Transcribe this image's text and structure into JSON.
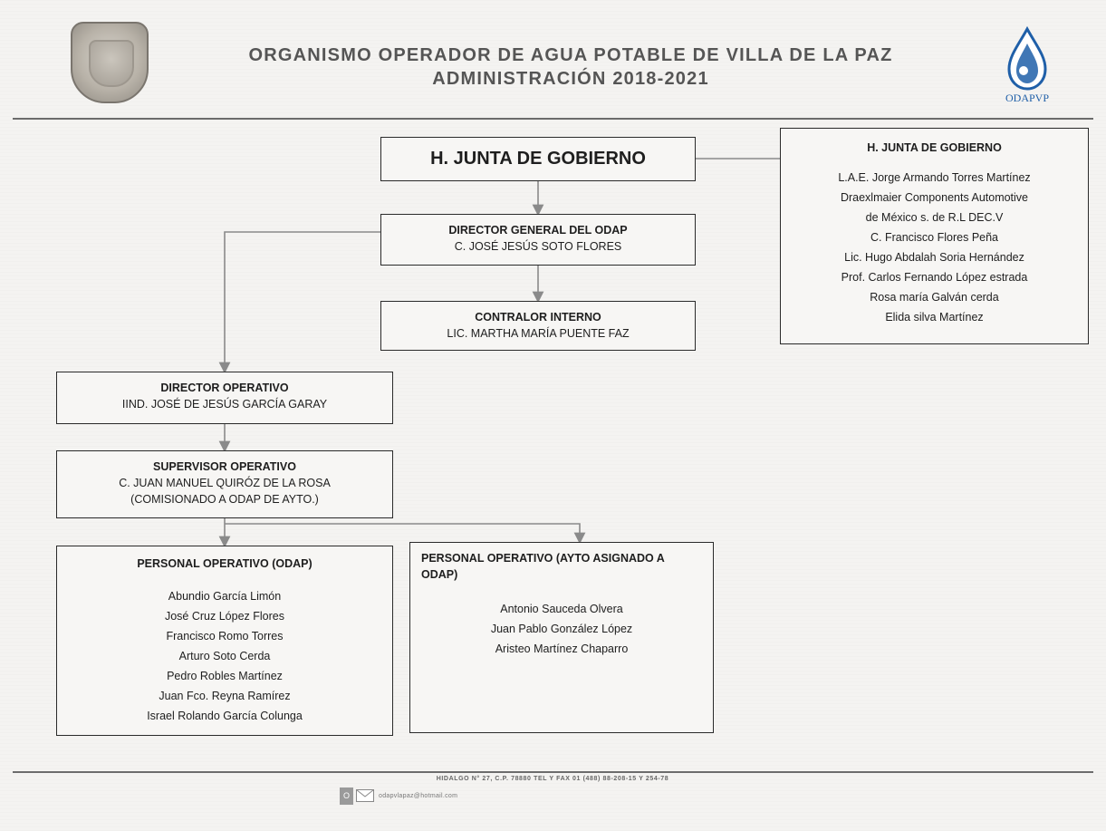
{
  "header": {
    "title_line1": "ORGANISMO OPERADOR DE AGUA POTABLE DE VILLA DE LA PAZ",
    "title_line2": "ADMINISTRACIÓN 2018-2021",
    "logo_right_text": "ODAPVP"
  },
  "chart": {
    "junta": "H. JUNTA DE GOBIERNO",
    "director_general": {
      "title": "DIRECTOR GENERAL DEL ODAP",
      "name": "C. JOSÉ JESÚS SOTO FLORES"
    },
    "contralor": {
      "title": "CONTRALOR INTERNO",
      "name": "LIC. MARTHA MARÍA PUENTE FAZ"
    },
    "director_operativo": {
      "title": "DIRECTOR OPERATIVO",
      "name": "IIND. JOSÉ DE JESÚS GARCÍA GARAY"
    },
    "supervisor": {
      "title": "SUPERVISOR OPERATIVO",
      "name": "C. JUAN MANUEL QUIRÓZ DE LA ROSA",
      "note": "(COMISIONADO A ODAP DE AYTO.)"
    },
    "personal_odap": {
      "title": "PERSONAL OPERATIVO (ODAP)",
      "members": [
        "Abundio García Limón",
        "José Cruz López Flores",
        "Francisco Romo Torres",
        "Arturo Soto Cerda",
        "Pedro Robles Martínez",
        "Juan Fco. Reyna Ramírez",
        "Israel Rolando García Colunga"
      ]
    },
    "personal_ayto": {
      "title": "PERSONAL OPERATIVO (AYTO ASIGNADO A ODAP)",
      "members": [
        "Antonio Sauceda Olvera",
        "Juan Pablo González López",
        "Aristeo Martínez Chaparro"
      ]
    }
  },
  "junta_members": {
    "title": "H. JUNTA DE GOBIERNO",
    "members": [
      "L.A.E. Jorge Armando Torres Martínez",
      "Draexlmaier Components Automotive",
      "de México s. de R.L DEC.V",
      "C. Francisco Flores Peña",
      "Lic. Hugo Abdalah Soria Hernández",
      "Prof. Carlos Fernando López estrada",
      "Rosa maría Galván cerda",
      "Elida silva Martínez"
    ]
  },
  "footer": {
    "address": "HIDALGO N° 27, C.P. 78880 TEL Y FAX 01 (488) 88-208-15 Y 254-78",
    "email": "odapvlapaz@hotmail.com"
  },
  "colors": {
    "border": "#2a2a2a",
    "connector": "#8a8a8a",
    "logo_blue": "#1f5fa8"
  }
}
